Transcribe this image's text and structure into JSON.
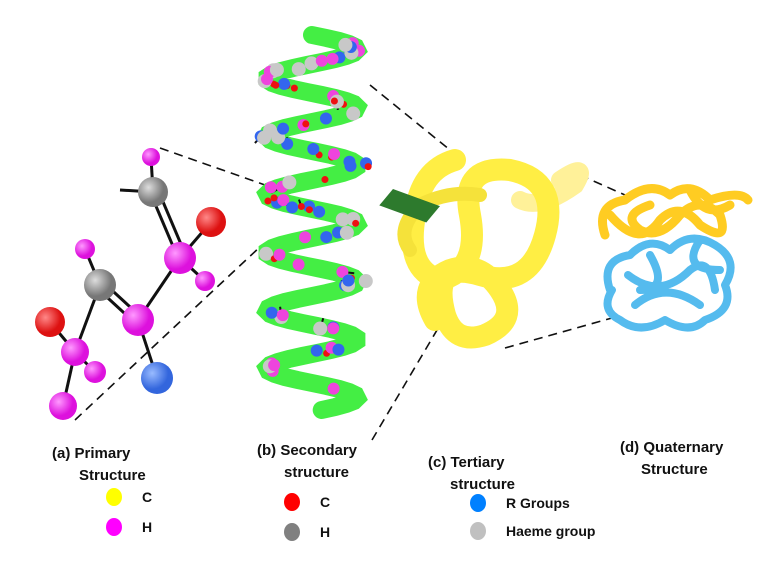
{
  "panels": [
    {
      "label_line1": "(a) Primary",
      "label_line2": "Structure"
    },
    {
      "label_line1": "(b) Secondary",
      "label_line2": "structure"
    },
    {
      "label_line1": "(c) Tertiary",
      "label_line2": "structure"
    },
    {
      "label_line1": "(d) Quaternary",
      "label_line2": "Structure"
    }
  ],
  "legends": {
    "primary": [
      {
        "label": "C",
        "color": "#ffff00"
      },
      {
        "label": "H",
        "color": "#ff00ff"
      }
    ],
    "secondary": [
      {
        "label": "C",
        "color": "#ff0000"
      },
      {
        "label": "H",
        "color": "#808080"
      }
    ],
    "tertiary": [
      {
        "label": "R Groups",
        "color": "#0080ff"
      },
      {
        "label": "Haeme group",
        "color": "#c0c0c0"
      }
    ]
  },
  "tertiary_marker": "C",
  "colors": {
    "helix": "#44ee44",
    "tertiary": "#ffee44",
    "quaternary_a": "#ffcc22",
    "quaternary_b": "#55bbee"
  }
}
